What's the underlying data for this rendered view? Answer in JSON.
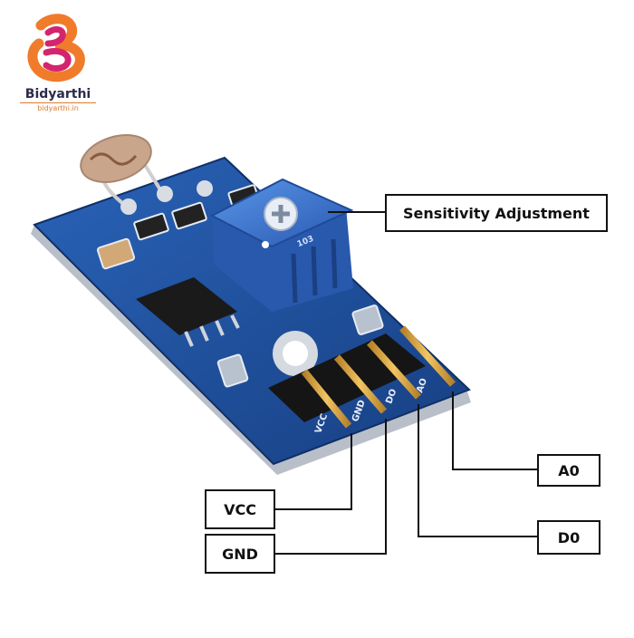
{
  "brand": {
    "name": "Bidyarthi",
    "site": "bidyarthi.in",
    "icon": "bidyarthi-b-logo-icon",
    "colors": {
      "orange": "#f07b2a",
      "magenta": "#d4246d",
      "text": "#2b2b4a"
    }
  },
  "labels": {
    "sensitivity": "Sensitivity Adjustment",
    "a0": "A0",
    "d0": "D0",
    "vcc": "VCC",
    "gnd": "GND"
  },
  "board": {
    "pin_silkscreen": [
      "VCC",
      "GND",
      "DO",
      "AO"
    ],
    "potentiometer_marking": "103",
    "colors": {
      "pcb": "#1c4f9c",
      "pcb_dark": "#0f2f66",
      "potentiometer": "#2f6fd1",
      "pins": "#d9a53a"
    }
  }
}
